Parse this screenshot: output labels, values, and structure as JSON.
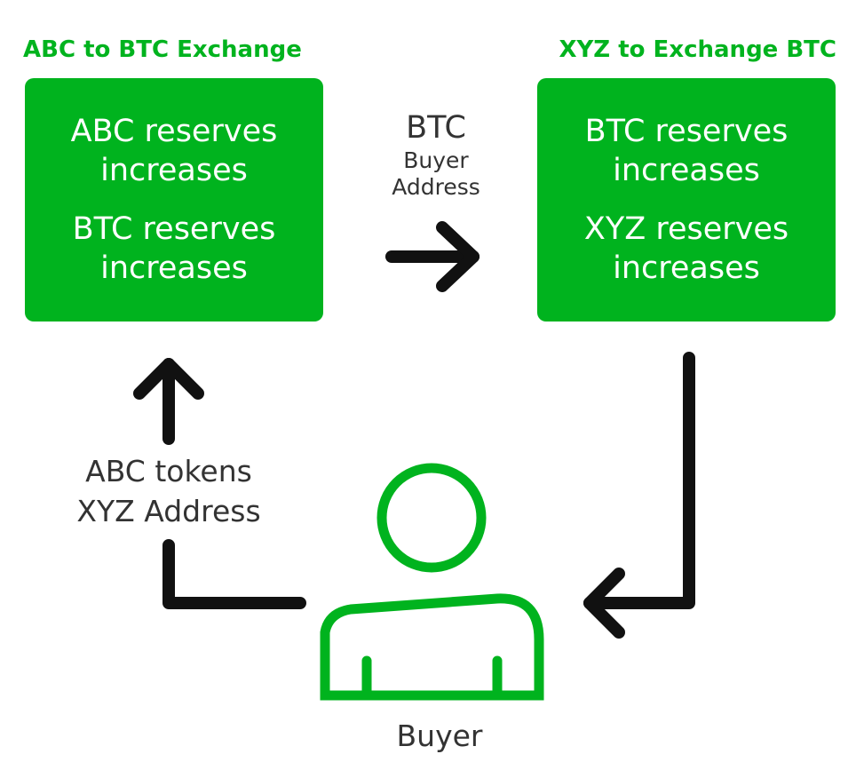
{
  "colors": {
    "accent": "#00b31e",
    "text_white": "#ffffff",
    "text_dark": "#333333",
    "arrow": "#111111"
  },
  "left_exchange": {
    "heading": "ABC to BTC Exchange",
    "line1a": "ABC reserves",
    "line1b": "increases",
    "line2a": "BTC reserves",
    "line2b": "increases"
  },
  "right_exchange": {
    "heading": "XYZ to Exchange BTC",
    "line1a": "BTC reserves",
    "line1b": "increases",
    "line2a": "XYZ reserves",
    "line2b": "increases"
  },
  "top_flow": {
    "main": "BTC",
    "sub1": "Buyer",
    "sub2": "Address"
  },
  "left_flow": {
    "line1": "ABC tokens",
    "line2": "XYZ Address"
  },
  "buyer": {
    "label": "Buyer",
    "icon": "user-icon"
  }
}
